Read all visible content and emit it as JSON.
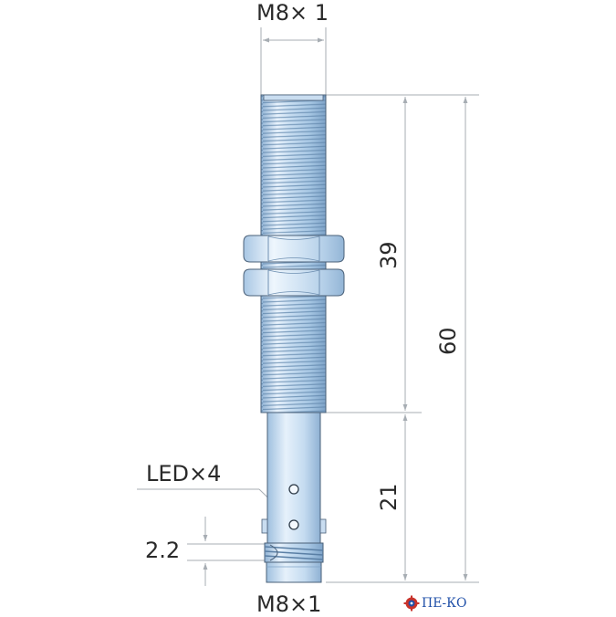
{
  "labels": {
    "thread_top": "M8× 1",
    "thread_bottom": "M8×1",
    "dim_39": "39",
    "dim_60": "60",
    "dim_21": "21",
    "dim_2_2": "2.2",
    "led": "LED×4"
  },
  "logo": {
    "text": "ПЕ-КО"
  },
  "colors": {
    "metal_light": "#eef6fd",
    "metal_mid": "#b7d3ec",
    "metal_dark": "#6f97bf",
    "outline": "#3b4f63",
    "dim_line": "#9aa0a6",
    "label_text": "#2a2a2a",
    "logo_blue": "#1f4fa8",
    "logo_red": "#c8322a"
  }
}
